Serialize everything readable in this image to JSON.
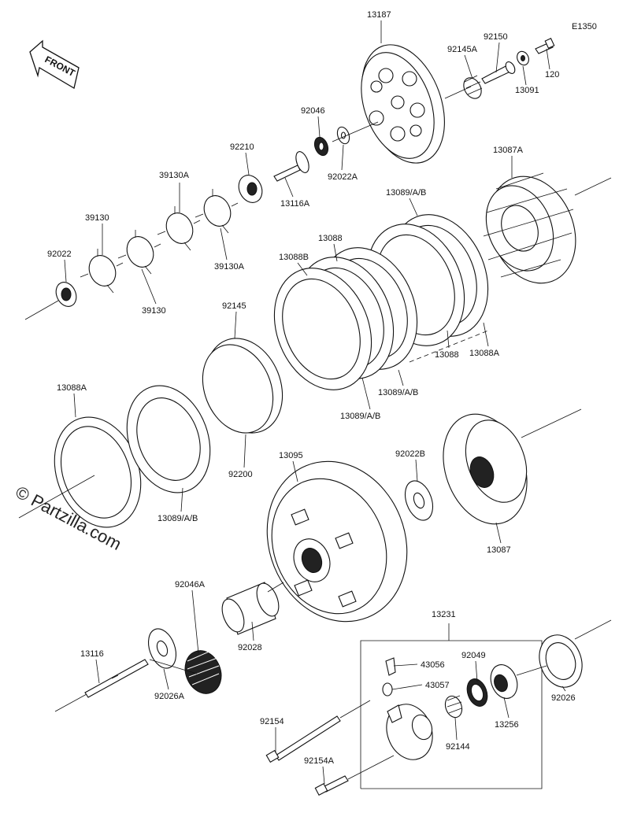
{
  "diagram_code": "E1350",
  "front_label": "FRONT",
  "watermark": "© Partzilla.com",
  "parts": {
    "p13187": "13187",
    "p92150": "92150",
    "p92145A": "92145A",
    "p120": "120",
    "p13091": "13091",
    "p92046": "92046",
    "p92210": "92210",
    "p92022A": "92022A",
    "p13116A": "13116A",
    "p39130A_top": "39130A",
    "p39130A_bot": "39130A",
    "p39130_top": "39130",
    "p39130_bot": "39130",
    "p92022": "92022",
    "p13087A": "13087A",
    "p13089AB_top": "13089/A/B",
    "p13088_top": "13088",
    "p13088B": "13088B",
    "p13088_bot": "13088",
    "p13088A_right": "13088A",
    "p13089AB_mid": "13089/A/B",
    "p13089AB_low": "13089/A/B",
    "p92145": "92145",
    "p13088A_left": "13088A",
    "p92200": "92200",
    "p13089AB_left": "13089/A/B",
    "p13095": "13095",
    "p92022B": "92022B",
    "p13087": "13087",
    "p92046A": "92046A",
    "p92028": "92028",
    "p13231": "13231",
    "p43056": "43056",
    "p43057": "43057",
    "p92049": "92049",
    "p92026": "92026",
    "p13256": "13256",
    "p92144": "92144",
    "p13116": "13116",
    "p92026A": "92026A",
    "p92154": "92154",
    "p92154A": "92154A"
  }
}
